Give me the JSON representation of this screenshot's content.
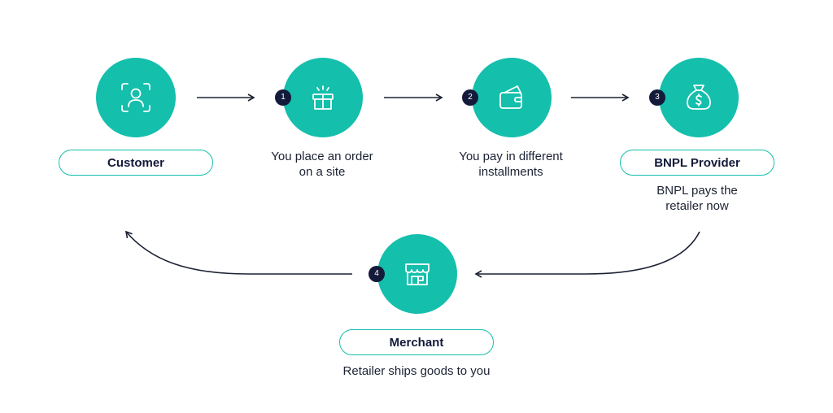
{
  "nodes": {
    "customer": {
      "label": "Customer",
      "icon": "face-scan-icon"
    },
    "order": {
      "step": "1",
      "caption": "You place an order\non a site",
      "icon": "gift-icon"
    },
    "pay": {
      "step": "2",
      "caption": "You pay in different\ninstallments",
      "icon": "wallet-icon"
    },
    "provider": {
      "step": "3",
      "label": "BNPL Provider",
      "caption": "BNPL pays the\nretailer now",
      "icon": "money-bag-icon"
    },
    "merchant": {
      "step": "4",
      "label": "Merchant",
      "caption": "Retailer ships goods to you",
      "icon": "storefront-icon"
    }
  },
  "colors": {
    "accent": "#14bfac",
    "badge": "#131a3a",
    "text": "#1c2233"
  }
}
